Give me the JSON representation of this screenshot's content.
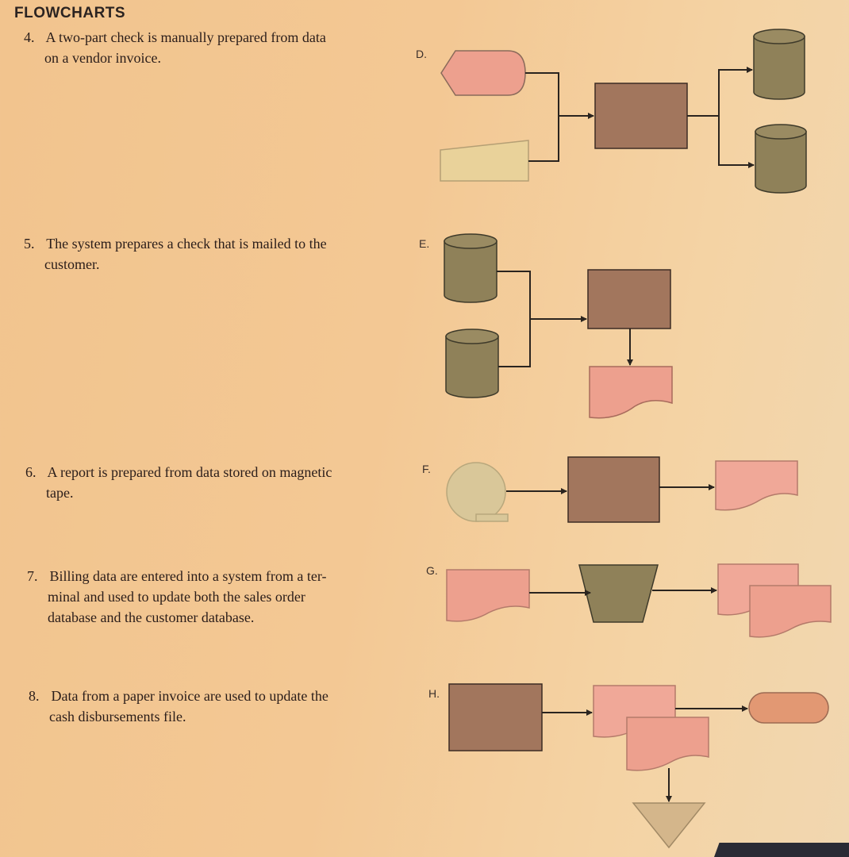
{
  "heading": "FLOWCHARTS",
  "questions": [
    {
      "num": "4.",
      "line1": "A two-part check is manually prepared from data",
      "line2": "on a vendor invoice."
    },
    {
      "num": "5.",
      "line1": "The system prepares a check that is mailed to the",
      "line2": "customer."
    },
    {
      "num": "6.",
      "line1": "A report is prepared from data stored on magnetic",
      "line2": "tape."
    },
    {
      "num": "7.",
      "line1": "Billing data are entered into a system from a ter-",
      "line2": "minal and used to update both the sales order",
      "line3": "database and the customer database."
    },
    {
      "num": "8.",
      "line1": "Data from a paper invoice are used to update the",
      "line2": "cash disbursements file."
    }
  ],
  "panels": {
    "D": "D.",
    "E": "E.",
    "F": "F.",
    "G": "G.",
    "H": "H."
  },
  "colors": {
    "document_pink": "#eda08e",
    "process_brown": "#a2765d",
    "database_olive": "#8f8159",
    "input_tan": "#e6cc95",
    "tape_tan": "#d9c799",
    "merge_tan": "#d4b68b",
    "line": "#2a241f"
  }
}
